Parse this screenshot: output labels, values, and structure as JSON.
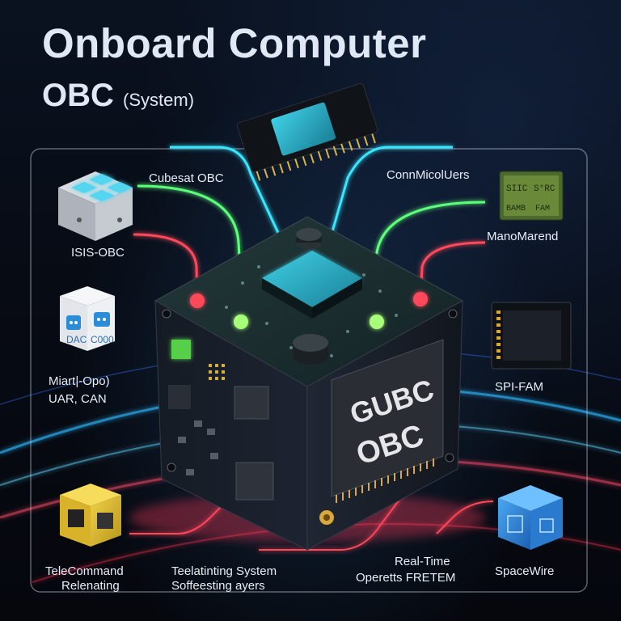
{
  "title": "Onboard Computer",
  "subtitle": {
    "main": "OBC",
    "paren": "(System)"
  },
  "labels": {
    "cubesat_obc": "Cubesat OBC",
    "conn_controllers": "ConnMicolUers",
    "isis_obc": "ISIS-OBC",
    "mano_marend": "ManoMarend",
    "miart_opo": "Miart|-Opo)",
    "uart_can": "UAR, CAN",
    "spi_fam": "SPI-FAM",
    "telecommand": "TeleCommand",
    "relenating": "Relenating",
    "teelatinting": "Teelatinting System",
    "soffeesting": "Soffeesting ayers",
    "real_time": "Real-Time",
    "operetts": "Operetts FRETEM",
    "spacewire": "SpaceWire"
  },
  "module_text": {
    "ram_top": [
      "SIIC",
      "S°RC"
    ],
    "ram_bottom": [
      "BAMB",
      "FAM"
    ],
    "white_box_left": "DAC",
    "white_box_right": "C000",
    "main_chip_line1": "GUBC",
    "main_chip_line2": "OBC"
  },
  "colors": {
    "cyan_trace": "#39e6ff",
    "green_trace": "#5dff7a",
    "red_trace": "#ff4a5a",
    "board": "#1b2a2e",
    "cube_side": "#1a1f2a"
  }
}
